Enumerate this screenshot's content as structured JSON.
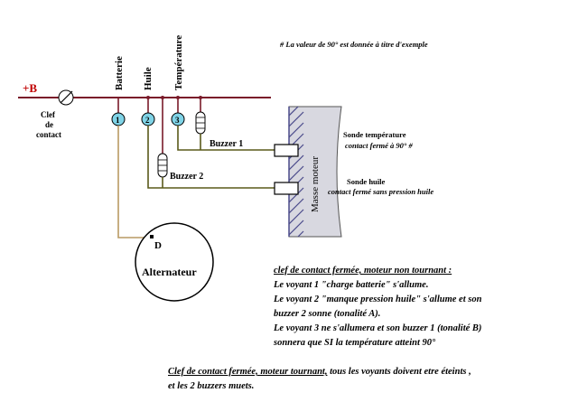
{
  "labels": {
    "plus_b": "+B",
    "clef_line1": "Clef",
    "clef_line2": "de",
    "clef_line3": "contact",
    "batterie": "Batterie",
    "huile": "Huile",
    "temperature": "Température",
    "lamp1": "1",
    "lamp2": "2",
    "lamp3": "3",
    "buzzer1": "Buzzer 1",
    "buzzer2": "Buzzer  2",
    "masse_moteur": "Masse moteur",
    "sonde_temp_line1": "Sonde température",
    "sonde_temp_line2": "contact fermé à 90° #",
    "sonde_huile_line1": "Sonde huile",
    "sonde_huile_line2": "contact fermé sans pression huile",
    "terminal_d": "D",
    "alternateur": "Alternateur",
    "footnote": "#  La valeur de 90° est donnée à titre d'exemple"
  },
  "note1": {
    "title": "clef de contact fermée, moteur non tournant :",
    "line1": "Le voyant 1 \"charge batterie\" s'allume.",
    "line2": "Le voyant 2 \"manque pression huile\" s'allume et son",
    "line3": "buzzer 2 sonne (tonalité A).",
    "line4": "Le voyant 3 ne s'allumera et son buzzer 1 (tonalité B)",
    "line5": "sonnera  que SI la température atteint 90°"
  },
  "note2": {
    "lead": "Clef de contact fermée, moteur tournant,",
    "rest": " tous les voyants doivent etre éteints ,",
    "line2": "et les 2 buzzers muets."
  },
  "colors": {
    "bus_wire": "#7a1a2a",
    "signal_wire": "#5a5a1a",
    "alt_wire": "#b99a63",
    "lamp_fill": "#7fd3e6",
    "engine_fill": "#d8d8e0",
    "hatch": "#4a4a8a"
  }
}
